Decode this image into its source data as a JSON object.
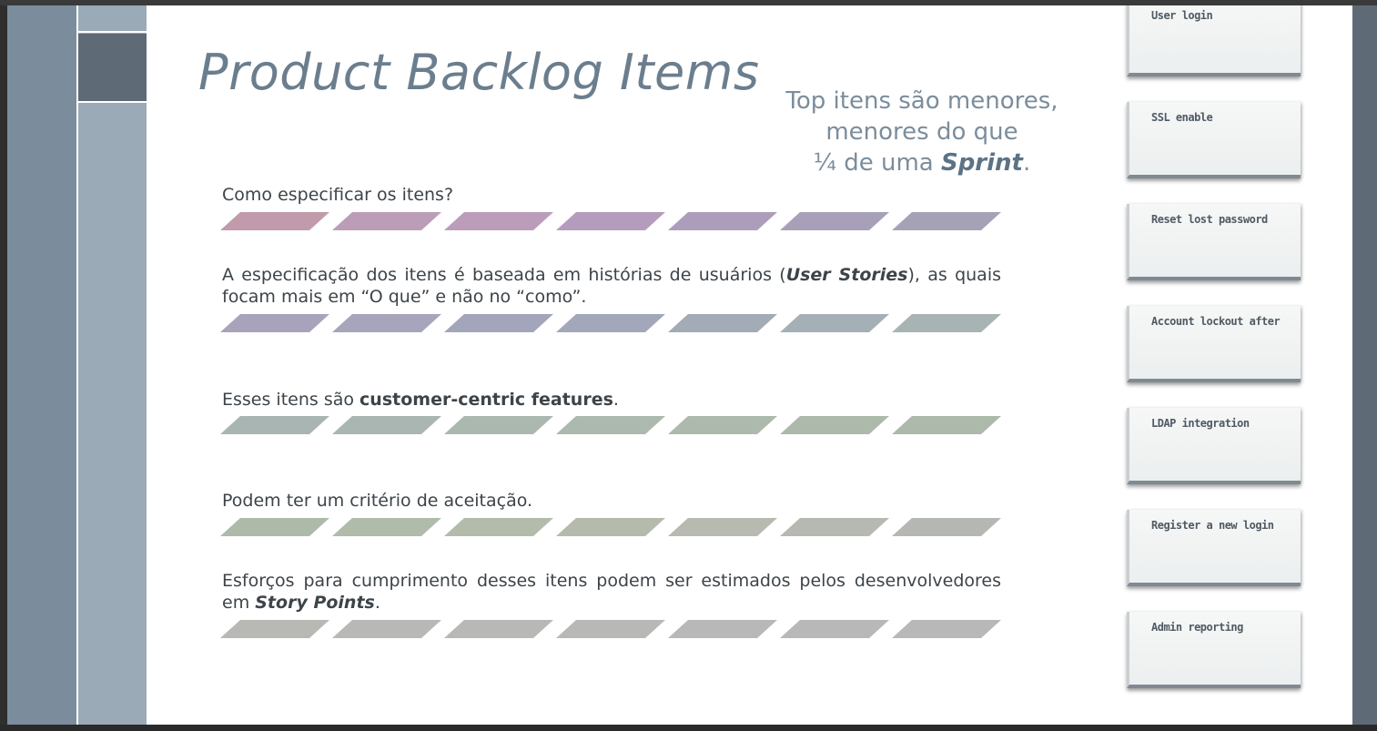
{
  "slide": {
    "title": "Product Backlog Items",
    "subtitle": {
      "line1": "Top itens são menores,",
      "line2": "menores do que",
      "line3_prefix": "¼ de uma ",
      "line3_em": "Sprint",
      "line3_suffix": "."
    },
    "paragraphs": {
      "p1": {
        "text": "Como especificar os itens?"
      },
      "p2": {
        "prefix": "A especificação dos itens é baseada em histórias de usuários (",
        "em": "User Stories",
        "suffix": "), as quais focam mais em “O que” e não no “como”."
      },
      "p3": {
        "prefix": "Esses itens são ",
        "bold": "customer-centric features",
        "suffix": "."
      },
      "p4": {
        "text": "Podem ter um critério de aceitação."
      },
      "p5": {
        "prefix": "Esforços para cumprimento desses itens podem ser estimados pelos desenvolvedores em ",
        "em": "Story Points",
        "suffix": "."
      }
    },
    "stripe_colors": {
      "row1": [
        "#c19bac",
        "#bb9db7",
        "#bb9dbb",
        "#b59cbc",
        "#ac9eba",
        "#a8a0b8",
        "#a5a2b8"
      ],
      "row2": [
        "#a8a3bb",
        "#a6a5bb",
        "#a3a6ba",
        "#a2a8b9",
        "#a2abb6",
        "#a5afb6",
        "#a8b3b4"
      ],
      "row3": [
        "#a8b5b3",
        "#a9b6b1",
        "#abb8af",
        "#acb9ae",
        "#adb9ad",
        "#adb9ab",
        "#adb9aa"
      ],
      "row4": [
        "#aebaa9",
        "#b0bba9",
        "#b3bcaa",
        "#b4bbad",
        "#b6bab1",
        "#b6b8b2",
        "#b5b7b3"
      ],
      "row5": [
        "#b8b8b5",
        "#b8b8b6",
        "#b8b8b6",
        "#b8b8b7",
        "#b8b8b8",
        "#b8b8b8",
        "#b8b8b8"
      ]
    },
    "cards": [
      {
        "label": "User login"
      },
      {
        "label": "SSL enable"
      },
      {
        "label": "Reset lost password"
      },
      {
        "label": "Account lockout after"
      },
      {
        "label": "LDAP integration"
      },
      {
        "label": "Register a new login"
      },
      {
        "label": "Admin reporting"
      }
    ]
  }
}
